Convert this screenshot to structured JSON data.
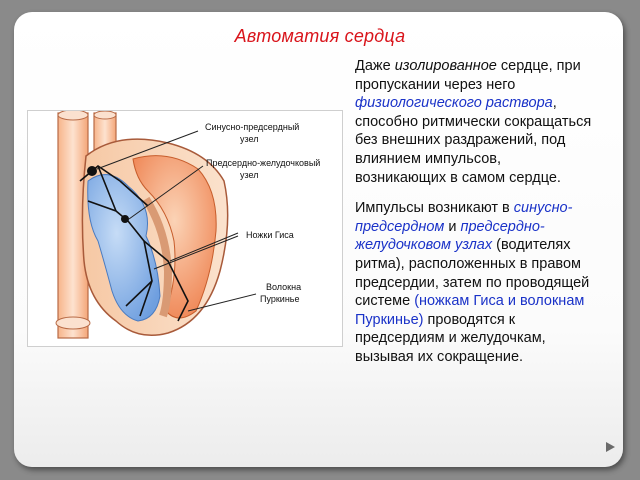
{
  "slide": {
    "title": "Автоматия сердца",
    "paragraph1": {
      "a": "Даже ",
      "b": "изолированное",
      "c": " сердце, при пропускании через него ",
      "d": "физиологического раствора",
      "e": ", способно ритмически сокращаться без внешних раздражений, под влиянием импульсов, возникающих в самом сердце."
    },
    "paragraph2": {
      "a": "Импульсы возникают в ",
      "b": "синусно-предсердном",
      "c": " и ",
      "d": "предсердно-желудочковом узлах",
      "e": " (водителях ритма), расположенных в правом предсердии, затем по проводящей системе ",
      "f": "(ножкам Гиса и волокнам Пуркинье)",
      "g": " проводятся к предсердиям и желудочкам, вызывая их сокращение."
    }
  },
  "diagram": {
    "labels": {
      "sa_node_1": "Синусно-предсердный",
      "sa_node_2": "узел",
      "av_node_1": "Предсердно-желудочковый",
      "av_node_2": "узел",
      "his_bundle": "Ножки Гиса",
      "purkinje_1": "Волокна",
      "purkinje_2": "Пуркинье"
    }
  },
  "colors": {
    "title": "#d9141b",
    "highlight": "#1a32c8",
    "right_heart": "#7aaee8",
    "left_heart": "#f08a5a"
  },
  "icons": {
    "navigation": "triangle-right-icon"
  }
}
